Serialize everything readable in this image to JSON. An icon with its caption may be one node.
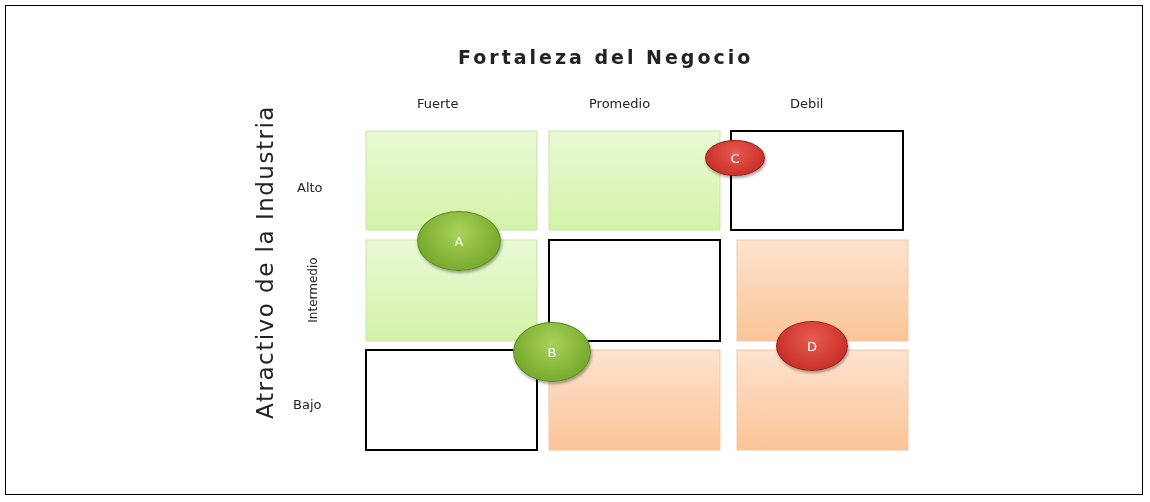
{
  "diagram": {
    "nodes": [
      {
        "text": [
          "C"
        ]
      },
      {
        "text": [
          "A"
        ]
      },
      {
        "text": [
          "D"
        ]
      },
      {
        "text": [
          "B"
        ]
      }
    ],
    "labels": [
      "Fortaleza del Negocio",
      "Fuerte",
      "Promedio",
      "Debil",
      "Atractivo de la Industria",
      "Alto",
      "Intermedio",
      "Bajo"
    ]
  }
}
